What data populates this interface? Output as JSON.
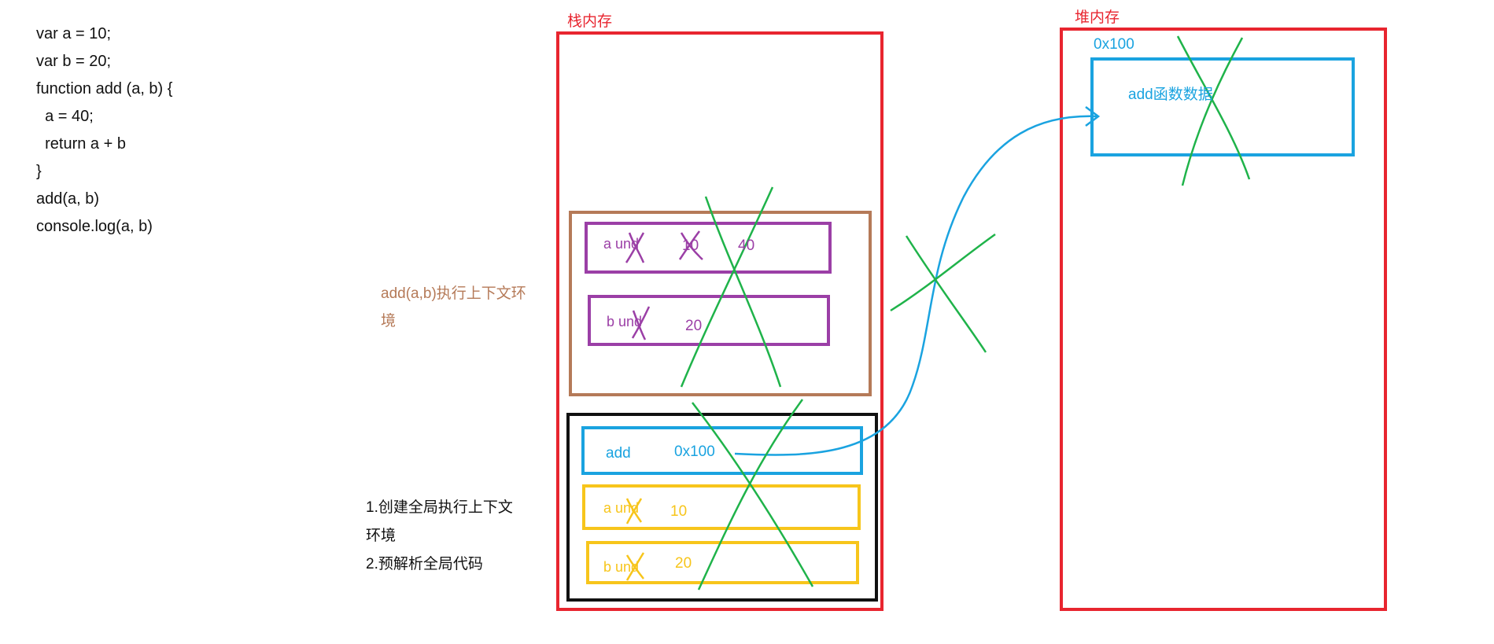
{
  "code_lines": [
    "var a = 10;",
    "var b = 20;",
    "function add (a, b) {",
    "  a = 40;",
    "  return a + b",
    "}",
    "add(a, b)",
    "console.log(a, b)"
  ],
  "stack": {
    "title": "栈内存",
    "add_context": {
      "label_line1": "add(a,b)执行上下文环",
      "label_line2": "境",
      "var_a": {
        "name": "a und",
        "value1": "10",
        "value2": "40"
      },
      "var_b": {
        "name": "b und",
        "value": "20"
      }
    },
    "global_context": {
      "add_var": {
        "name": "add",
        "value": "0x100"
      },
      "var_a": {
        "name": "a und",
        "value": "10"
      },
      "var_b": {
        "name": "b und",
        "value": "20"
      }
    }
  },
  "steps": {
    "line1": "1.创建全局执行上下文",
    "line2": "环境",
    "line3": "2.预解析全局代码"
  },
  "heap": {
    "title": "堆内存",
    "address": "0x100",
    "content": "add函数数据"
  },
  "colors": {
    "memory_border": "#e8252f",
    "context_border": "#b57a58",
    "add_var_border": "#9b3fa6",
    "global_border": "#111111",
    "heap_obj_border": "#1aa3e0",
    "global_var_border": "#f7c51b",
    "cross_mark": "#1fb34a",
    "code_text": "#111111"
  }
}
